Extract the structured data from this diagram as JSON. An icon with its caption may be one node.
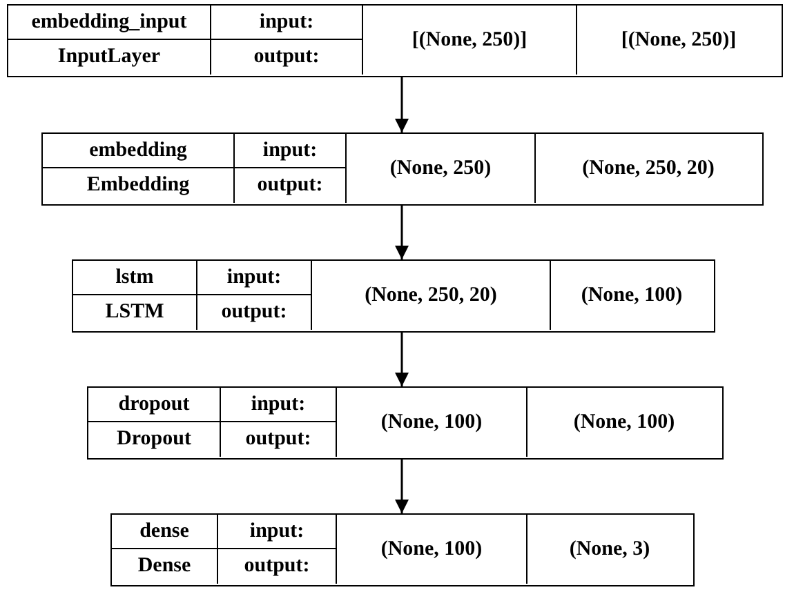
{
  "diagram": {
    "nodes": [
      {
        "text": [
          "embedding_input",
          "InputLayer",
          "input:",
          "output:",
          "[(None, 250)]",
          "[(None, 250)]"
        ]
      },
      {
        "text": [
          "embedding",
          "Embedding",
          "input:",
          "output:",
          "(None, 250)",
          "(None, 250, 20)"
        ]
      },
      {
        "text": [
          "lstm",
          "LSTM",
          "input:",
          "output:",
          "(None, 250, 20)",
          "(None, 100)"
        ]
      },
      {
        "text": [
          "dropout",
          "Dropout",
          "input:",
          "output:",
          "(None, 100)",
          "(None, 100)"
        ]
      },
      {
        "text": [
          "dense",
          "Dense",
          "input:",
          "output:",
          "(None, 100)",
          "(None, 3)"
        ]
      }
    ],
    "edges": [
      {
        "from": 0,
        "to": 1,
        "arrow": "to"
      },
      {
        "from": 1,
        "to": 2,
        "arrow": "to"
      },
      {
        "from": 2,
        "to": 3,
        "arrow": "to"
      },
      {
        "from": 3,
        "to": 4,
        "arrow": "to"
      }
    ]
  }
}
